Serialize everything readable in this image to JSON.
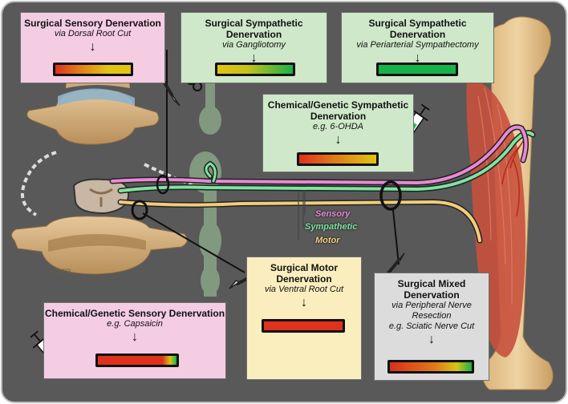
{
  "boxes": {
    "sensory_surgical": {
      "title": "Surgical Sensory Denervation",
      "subtitle": "via Dorsal Root Cut"
    },
    "symp_gangliotomy": {
      "title": "Surgical Sympathetic Denervation",
      "subtitle": "via Gangliotomy"
    },
    "symp_periarterial": {
      "title": "Surgical Sympathetic Denervation",
      "subtitle": "via Periarterial Sympathectomy"
    },
    "symp_chemical": {
      "title_line1": "Chemical/Genetic Sympathetic",
      "title_line2": "Denervation",
      "subtitle": "e.g. 6-OHDA"
    },
    "motor_surgical": {
      "title_line1": "Surgical Motor",
      "title_line2": "Denervation",
      "subtitle": "via Ventral Root Cut"
    },
    "mixed_surgical": {
      "title_line1": "Surgical Mixed",
      "title_line2": "Denervation",
      "subtitle_line1": "via Peripheral Nerve",
      "subtitle_line2": "Resection",
      "subtitle_line3": "e.g. Sciatic Nerve Cut"
    },
    "sensory_chemical": {
      "title": "Chemical/Genetic Sensory Denervation",
      "subtitle": "e.g. Capsaicin"
    }
  },
  "arrow_glyph": "↓",
  "nerve_labels": {
    "sensory": "Sensory",
    "sympathetic": "Sympathetic",
    "motor": "Motor"
  },
  "watermark": "A.F.R. / anatomical studies",
  "colors": {
    "background": "#595959",
    "sensory": "#e88ad6",
    "sympathetic": "#7fe3a0",
    "motor": "#f2cd7a",
    "box_pink": "#f4cde3",
    "box_green": "#cfe8c9",
    "box_yellow": "#fbeebe",
    "box_gray": "#dcdcdc",
    "bone": "#e8c48c",
    "muscle": "#c8503c"
  },
  "icons": [
    "arrow-icon",
    "scissors-icon",
    "scalpel-icon",
    "syringe-icon",
    "bone-icon",
    "muscle-icon",
    "bleeding-vessel-icon"
  ]
}
